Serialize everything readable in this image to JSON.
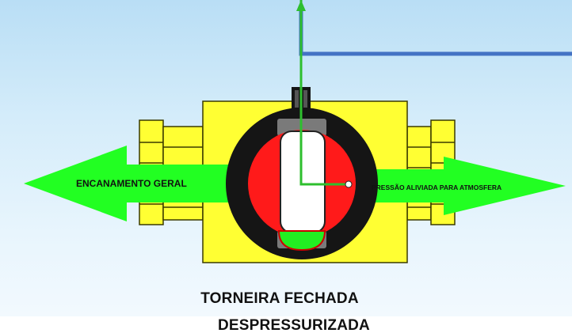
{
  "diagram": {
    "labels": {
      "left_arrow": "ENCANAMENTO GERAL",
      "right_arrow": "PRESSÃO ALIVIADA PARA ATMOSFERA"
    },
    "caption": {
      "line1": "TORNEIRA FECHADA",
      "line2": "DESPRESSURIZADA"
    },
    "colors": {
      "valve_body": "#ffff33",
      "valve_outline": "#3a3a00",
      "ball": "#ff1a1a",
      "seal_ring": "#151515",
      "seat": "#7a7a7a",
      "flow_arrow": "#22ff22",
      "flow_line": "#2ebf2e",
      "pipe_line": "#4472c4",
      "ball_bore": "#ffffff"
    }
  }
}
